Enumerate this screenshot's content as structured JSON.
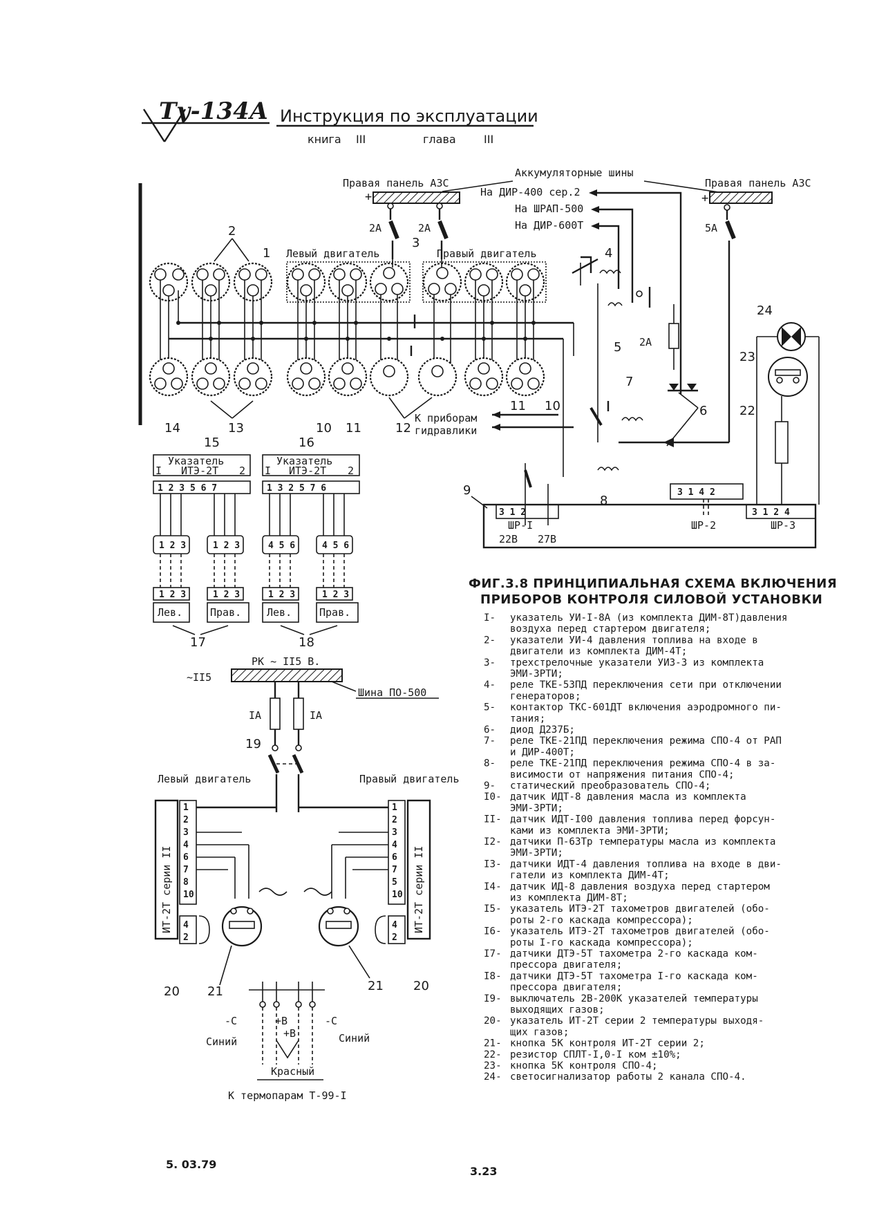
{
  "header": {
    "logo": "Ту-134А",
    "title": "Инструкция по эксплуатации",
    "book_label": "книга",
    "book_value": "III",
    "chapter_label": "глава",
    "chapter_value": "III"
  },
  "figure": {
    "title_line1": "ФИГ.3.8 ПРИНЦИПИАЛЬНАЯ СХЕМА ВКЛЮЧЕНИЯ",
    "title_line2": "ПРИБОРОВ КОНТРОЛЯ СИЛОВОЙ УСТАНОВКИ"
  },
  "labels": {
    "right_panel_azs_left": "Правая панель АЗС",
    "right_panel_azs_right": "Правая панель АЗС",
    "battery_bus": "Аккумуляторные шины",
    "to_dimr400": "На ДИР-400 сер.2",
    "to_shrap500": "На ШРАП-500",
    "to_dimr600": "На ДИР-600Т",
    "left_engine": "Левый двигатель",
    "right_engine": "Правый двигатель",
    "to_hydraulics_1": "К приборам",
    "to_hydraulics_2": "гидравлики",
    "ind_title_15": "Указатель",
    "ind_model_15": "ИТЭ-2Т",
    "ind_title_16": "Указатель",
    "ind_model_16": "ИТЭ-2Т",
    "ind_pins_15": "1 2 3   5 6 7",
    "ind_pins_16": "1 3 2   5 7 6",
    "blk_a": "1 2 3",
    "blk_b": "1 2 3",
    "blk_c": "4 5 6",
    "blk_d": "4 5 6",
    "sensor_lev_1": "Лев.",
    "sensor_prav_1": "Прав.",
    "sensor_lev_2": "Лев.",
    "sensor_prav_2": "Прав.",
    "pk_115": "РК ~ II5 В.",
    "ac_115": "~II5",
    "bus_po500": "Шина ПО-500",
    "fuse_1a_left": "IA",
    "fuse_1a_right": "IA",
    "left_engine_2": "Левый двигатель",
    "right_engine_2": "Правый двигатель",
    "it2t_left": "ИТ-2Т серии II",
    "it2t_right": "ИТ-2Т серии II",
    "minus_c_left": "-С",
    "plus_b_left": "+В",
    "plus_b_mid": "+В",
    "minus_c_right": "-С",
    "blue_left": "Синий",
    "blue_right": "Синий",
    "red": "Красный",
    "to_thermocouples": "К термопарам Т-99-I",
    "shr1": "ШР-I",
    "shr2": "ШР-2",
    "shr3": "ШР-3",
    "v22": "22В",
    "v27": "27В",
    "fuse_2a_1": "2А",
    "fuse_2a_2": "2А",
    "fuse_5a": "5А",
    "fuse_2a_3": "2А"
  },
  "callouts": [
    "1",
    "2",
    "3",
    "4",
    "5",
    "6",
    "7",
    "8",
    "9",
    "10",
    "11",
    "12",
    "13",
    "14",
    "15",
    "16",
    "17",
    "18",
    "19",
    "20",
    "21",
    "22",
    "23",
    "24"
  ],
  "legend": [
    {
      "num": "I-",
      "text": "указатель УИ-I-8А (из комплекта ДИМ-8Т)давления"
    },
    {
      "num": "",
      "text": "воздуха перед стартером двигателя;"
    },
    {
      "num": "2-",
      "text": "указатели УИ-4 давления топлива на входе в"
    },
    {
      "num": "",
      "text": "двигатели из комплекта ДИМ-4Т;"
    },
    {
      "num": "3-",
      "text": "трехстрелочные указатели УИЗ-3 из комплекта"
    },
    {
      "num": "",
      "text": "ЭМИ-3РТИ;"
    },
    {
      "num": "4-",
      "text": "реле ТКЕ-53ПД переключения сети при отключении"
    },
    {
      "num": "",
      "text": "генераторов;"
    },
    {
      "num": "5-",
      "text": "контактор ТКС-601ДТ включения аэродромного пи-"
    },
    {
      "num": "",
      "text": "тания;"
    },
    {
      "num": "6-",
      "text": "диод Д237Б;"
    },
    {
      "num": "7-",
      "text": "реле ТКЕ-21ПД переключения режима СПО-4 от РАП"
    },
    {
      "num": "",
      "text": "и ДИР-400Т;"
    },
    {
      "num": "8-",
      "text": "реле ТКЕ-21ПД переключения режима СПО-4 в за-"
    },
    {
      "num": "",
      "text": "висимости от напряжения питания СПО-4;"
    },
    {
      "num": "9-",
      "text": "статический преобразователь СПО-4;"
    },
    {
      "num": "I0-",
      "text": "датчик ИДТ-8 давления масла из комплекта"
    },
    {
      "num": "",
      "text": "ЭМИ-3РТИ;"
    },
    {
      "num": "II-",
      "text": "датчик ИДТ-I00 давления топлива перед форсун-"
    },
    {
      "num": "",
      "text": "ками из комплекта ЭМИ-3РТИ;"
    },
    {
      "num": "I2-",
      "text": "датчики П-63Тр температуры масла из комплекта"
    },
    {
      "num": "",
      "text": "ЭМИ-3РТИ;"
    },
    {
      "num": "I3-",
      "text": "датчики ИДТ-4 давления топлива на входе в дви-"
    },
    {
      "num": "",
      "text": "гатели из комплекта ДИМ-4Т;"
    },
    {
      "num": "I4-",
      "text": "датчик ИД-8 давления воздуха перед стартером"
    },
    {
      "num": "",
      "text": "из комплекта ДИМ-8Т;"
    },
    {
      "num": "I5-",
      "text": "указатель ИТЭ-2Т тахометров двигателей (обо-"
    },
    {
      "num": "",
      "text": "роты 2-го каскада компрессора);"
    },
    {
      "num": "I6-",
      "text": "указатель ИТЭ-2Т тахометров двигателей (обо-"
    },
    {
      "num": "",
      "text": "роты I-го каскада компрессора);"
    },
    {
      "num": "I7-",
      "text": "датчики ДТЭ-5Т тахометра 2-го каскада ком-"
    },
    {
      "num": "",
      "text": "прессора двигателя;"
    },
    {
      "num": "I8-",
      "text": "датчики ДТЭ-5Т тахометра I-го каскада ком-"
    },
    {
      "num": "",
      "text": "прессора двигателя;"
    },
    {
      "num": "I9-",
      "text": "выключатель 2В-200К указателей температуры"
    },
    {
      "num": "",
      "text": "выходящих газов;"
    },
    {
      "num": "20-",
      "text": "указатель ИТ-2Т серии 2 температуры выходя-"
    },
    {
      "num": "",
      "text": "щих газов;"
    },
    {
      "num": "21-",
      "text": "кнопка 5К контроля ИТ-2Т серии 2;"
    },
    {
      "num": "22-",
      "text": "резистор СПЛТ-I,0-I ком ±10%;"
    },
    {
      "num": "23-",
      "text": "кнопка 5К контроля СПО-4;"
    },
    {
      "num": "24-",
      "text": "светосигнализатор работы 2 канала СПО-4."
    }
  ],
  "footer": {
    "date": "5. 03.79",
    "page": "3.23"
  }
}
